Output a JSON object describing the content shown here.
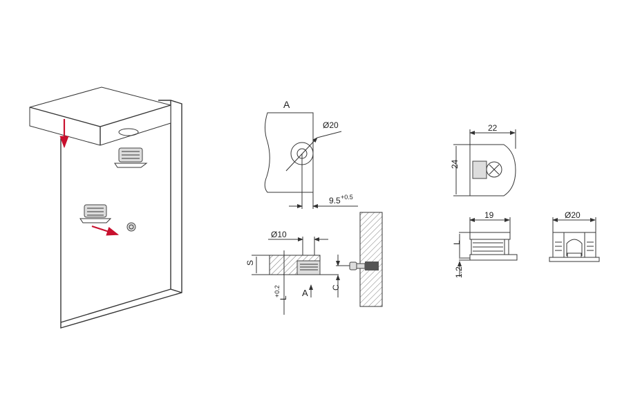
{
  "detail_view": {
    "view_label": "A",
    "hole_diameter": "Ø20",
    "offset_value": "9.5",
    "offset_tolerance": "+0.5"
  },
  "section_view": {
    "bore_diameter": "Ø10",
    "thickness_label": "S",
    "view_arrow_label": "A",
    "clearance_label": "C",
    "depth_label": "L",
    "depth_tolerance": "+0.2"
  },
  "product_views": {
    "width_top": "22",
    "height_side": "24",
    "width_front": "19",
    "length_label": "L",
    "flange_thickness": "1.2",
    "diameter_side": "Ø20"
  },
  "colors": {
    "arrow": "#c8102e",
    "line": "#333333"
  }
}
